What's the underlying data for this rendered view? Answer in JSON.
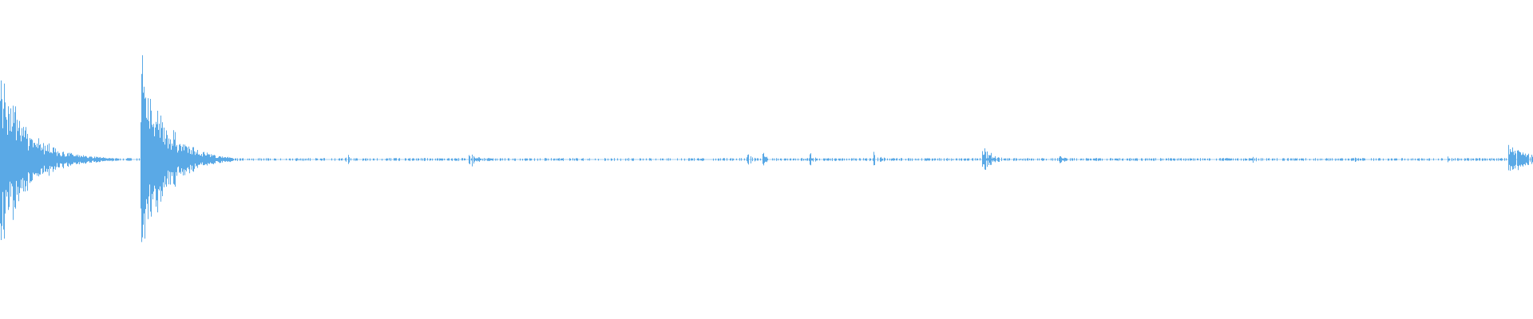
{
  "waveform": {
    "color": "#5aa9e6",
    "background": "#ffffff",
    "amplitude_range": [
      -1,
      1
    ],
    "duration_fraction_axis": [
      0,
      1
    ],
    "bursts": [
      {
        "position": 0.0,
        "peak": 0.6,
        "decay": 0.018,
        "density": 1.0
      },
      {
        "position": 0.093,
        "peak": 0.68,
        "decay": 0.015,
        "density": 1.0
      },
      {
        "position": 0.227,
        "peak": 0.03,
        "decay": 0.004,
        "density": 0.5
      },
      {
        "position": 0.307,
        "peak": 0.05,
        "decay": 0.004,
        "density": 0.6
      },
      {
        "position": 0.313,
        "peak": 0.03,
        "decay": 0.003,
        "density": 0.5
      },
      {
        "position": 0.488,
        "peak": 0.04,
        "decay": 0.004,
        "density": 0.5
      },
      {
        "position": 0.498,
        "peak": 0.04,
        "decay": 0.003,
        "density": 0.5
      },
      {
        "position": 0.529,
        "peak": 0.06,
        "decay": 0.002,
        "density": 0.5
      },
      {
        "position": 0.571,
        "peak": 0.05,
        "decay": 0.004,
        "density": 0.6
      },
      {
        "position": 0.642,
        "peak": 0.08,
        "decay": 0.006,
        "density": 0.8
      },
      {
        "position": 0.692,
        "peak": 0.03,
        "decay": 0.003,
        "density": 0.5
      },
      {
        "position": 0.818,
        "peak": 0.02,
        "decay": 0.003,
        "density": 0.4
      },
      {
        "position": 0.884,
        "peak": 0.02,
        "decay": 0.003,
        "density": 0.4
      },
      {
        "position": 0.945,
        "peak": 0.02,
        "decay": 0.003,
        "density": 0.4
      },
      {
        "position": 0.985,
        "peak": 0.1,
        "decay": 0.012,
        "density": 0.9
      }
    ],
    "noise_floor": 0.006,
    "gaps": [
      [
        0.183,
        0.186
      ],
      [
        0.233,
        0.236
      ],
      [
        0.262,
        0.264
      ]
    ]
  }
}
